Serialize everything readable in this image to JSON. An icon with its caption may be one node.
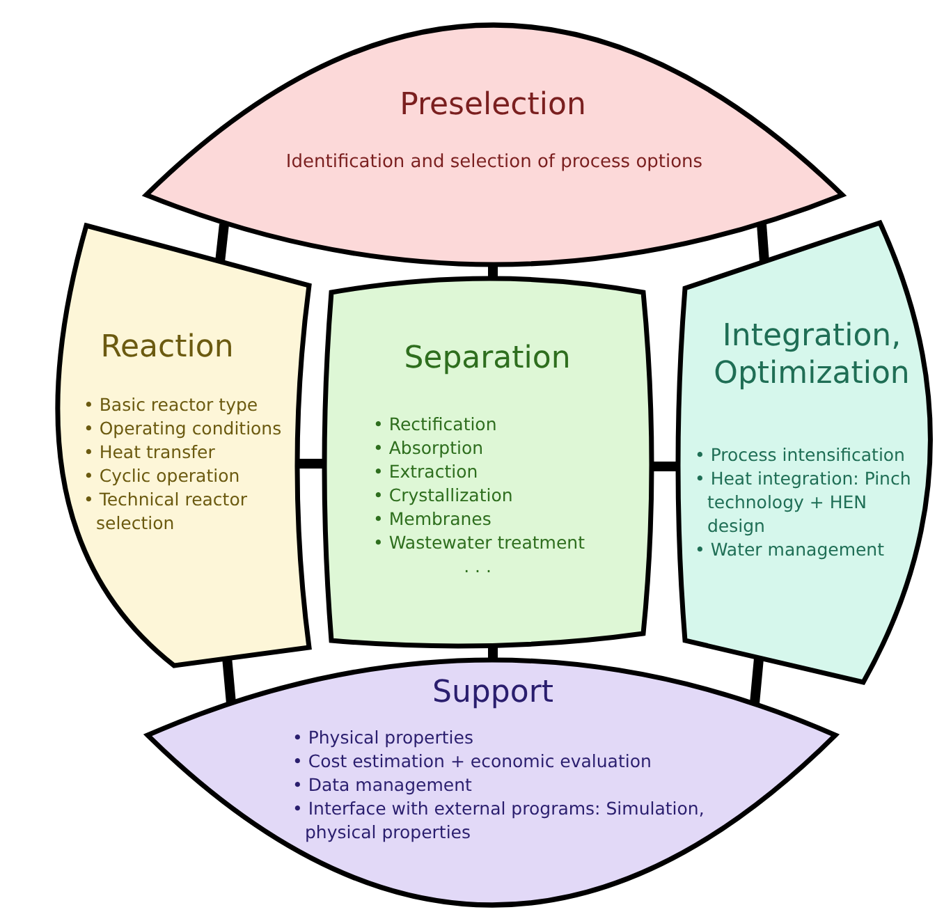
{
  "diagram": {
    "nodes": [
      {
        "text": [
          "Preselection",
          "Identification and selection of process options"
        ]
      },
      {
        "text": [
          "Reaction",
          "• Basic reactor type",
          "• Operating conditions",
          "• Heat transfer",
          "• Cyclic operation",
          "• Technical reactor selection"
        ]
      },
      {
        "text": [
          "Separation",
          "• Rectification",
          "• Absorption",
          "• Extraction",
          "• Crystallization",
          "• Membranes",
          "• Wastewater treatment",
          ". . ."
        ]
      },
      {
        "text": [
          "Integration, Optimization",
          "• Process intensification",
          "• Heat integration: Pinch technology + HEN design",
          "• Water management"
        ]
      },
      {
        "text": [
          "Support",
          "• Physical properties",
          "• Cost estimation + economic evaluation",
          "• Data management",
          "• Interface with external programs: Simulation, physical properties"
        ]
      }
    ],
    "edges": [
      {
        "from": 0,
        "to": 1,
        "arrow": "none"
      },
      {
        "from": 0,
        "to": 2,
        "arrow": "none"
      },
      {
        "from": 0,
        "to": 3,
        "arrow": "none"
      },
      {
        "from": 1,
        "to": 2,
        "arrow": "none"
      },
      {
        "from": 2,
        "to": 3,
        "arrow": "none"
      },
      {
        "from": 1,
        "to": 4,
        "arrow": "none"
      },
      {
        "from": 2,
        "to": 4,
        "arrow": "none"
      },
      {
        "from": 3,
        "to": 4,
        "arrow": "none"
      }
    ]
  }
}
